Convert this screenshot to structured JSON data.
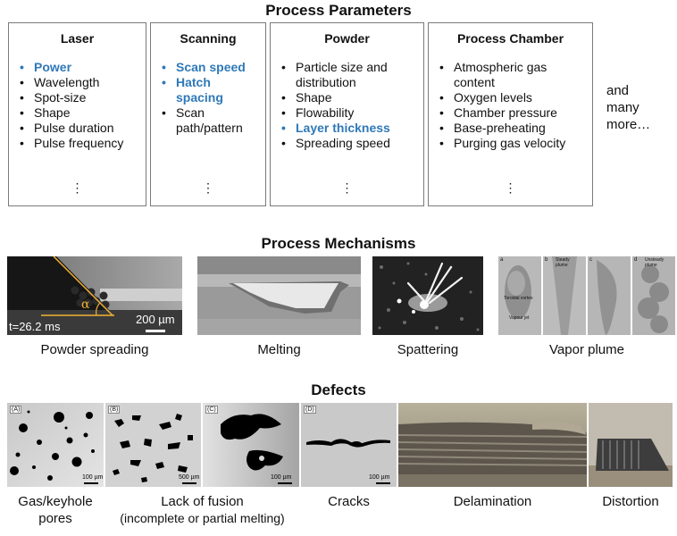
{
  "titles": {
    "parameters": "Process Parameters",
    "mechanisms": "Process Mechanisms",
    "defects": "Defects"
  },
  "boxes": [
    {
      "title": "Laser",
      "items": [
        {
          "text": "Power",
          "highlight": true
        },
        {
          "text": "Wavelength",
          "highlight": false
        },
        {
          "text": "Spot-size",
          "highlight": false
        },
        {
          "text": "Shape",
          "highlight": false
        },
        {
          "text": "Pulse duration",
          "highlight": false
        },
        {
          "text": "Pulse frequency",
          "highlight": false
        }
      ],
      "ellipsis": "⋮"
    },
    {
      "title": "Scanning",
      "items": [
        {
          "text": "Scan speed",
          "highlight": true
        },
        {
          "text": "Hatch spacing",
          "highlight": true
        },
        {
          "text": "Scan path/pattern",
          "highlight": false
        }
      ],
      "ellipsis": "⋮"
    },
    {
      "title": "Powder",
      "items": [
        {
          "text": "Particle size and distribution",
          "highlight": false
        },
        {
          "text": "Shape",
          "highlight": false
        },
        {
          "text": "Flowability",
          "highlight": false
        },
        {
          "text": "Layer thickness",
          "highlight": true
        },
        {
          "text": "Spreading speed",
          "highlight": false
        }
      ],
      "ellipsis": "⋮"
    },
    {
      "title": "Process Chamber",
      "items": [
        {
          "text": "Atmospheric gas content",
          "highlight": false
        },
        {
          "text": "Oxygen levels",
          "highlight": false
        },
        {
          "text": "Chamber pressure",
          "highlight": false
        },
        {
          "text": "Base-preheating",
          "highlight": false
        },
        {
          "text": "Purging gas velocity",
          "highlight": false
        }
      ],
      "ellipsis": "⋮"
    }
  ],
  "more_text": "and many more…",
  "bullet": "•",
  "mechanisms": {
    "powder": {
      "caption": "Powder spreading",
      "time": "t=26.2 ms",
      "alpha": "α",
      "scale": "200 µm"
    },
    "melting": {
      "caption": "Melting"
    },
    "spattering": {
      "caption": "Spattering"
    },
    "vapor": {
      "caption": "Vapor plume",
      "tag_a": "a",
      "tag_b": "b",
      "tag_c": "c",
      "tag_d": "d",
      "steady": "Steady plume",
      "unsteady": "Unsteady plume",
      "toroidal": "Toroidal vortex",
      "vapour_jet": "Vapour jet"
    }
  },
  "defects": {
    "gas": {
      "caption_line1": "Gas/keyhole",
      "caption_line2": "pores",
      "tag": "(A)",
      "scale": "100 µm"
    },
    "lof": {
      "caption_line1": "Lack of fusion",
      "caption_line2": "(incomplete or partial melting)",
      "tag": "(B)",
      "scale": "500 µm"
    },
    "lof2": {
      "tag": "(C)",
      "scale": "100 µm"
    },
    "cracks": {
      "caption": "Cracks",
      "tag": "(D)",
      "scale": "100 µm"
    },
    "delamination": {
      "caption": "Delamination"
    },
    "distortion": {
      "caption": "Distortion"
    }
  },
  "colors": {
    "highlight": "#2f79b8",
    "border": "#7a7a7a",
    "title_yellow": "#f2b233"
  }
}
